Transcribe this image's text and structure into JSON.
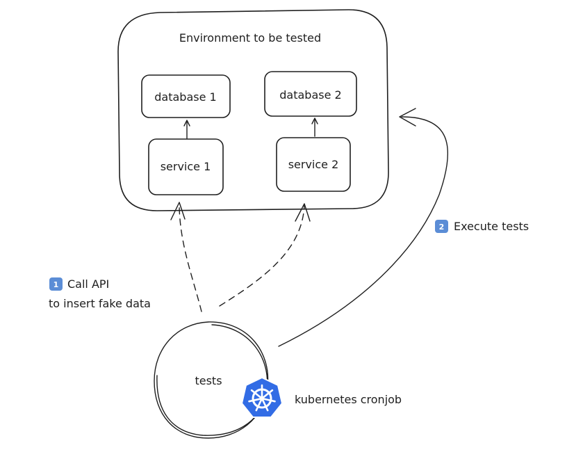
{
  "environment": {
    "title": "Environment to be tested",
    "database_1": "database 1",
    "database_2": "database 2",
    "service_1": "service 1",
    "service_2": "service 2"
  },
  "steps": {
    "step_1": {
      "number": "1",
      "line_1": "Call API",
      "line_2": "to insert fake data"
    },
    "step_2": {
      "number": "2",
      "label": "Execute tests"
    }
  },
  "tests": {
    "label": "tests",
    "kubernetes_label": "kubernetes cronjob"
  },
  "colors": {
    "stroke": "#1e1e1e",
    "badge": "#5b8dd6",
    "kubernetes": "#326ce5"
  },
  "icons": {
    "kubernetes": "kubernetes-helm-icon",
    "step_badge": "keycap-number-icon"
  }
}
